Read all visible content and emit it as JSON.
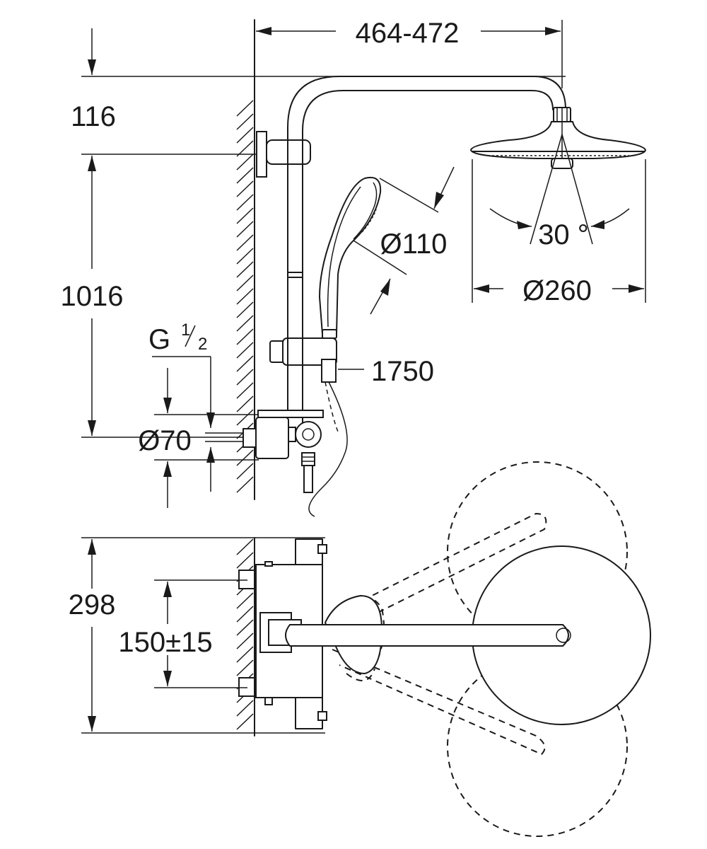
{
  "dimensions": {
    "arm_projection": "464-472",
    "top_offset": "116",
    "height": "1016",
    "thread": "G",
    "thread_num": "1",
    "thread_den": "2",
    "wall_gap": "Ø70",
    "hand_shower": "Ø110",
    "head_angle": "30 °",
    "head_diameter": "Ø260",
    "hose_length": "1750",
    "depth": "298",
    "centres": "150±15"
  },
  "colors": {
    "line": "#1a1a1a",
    "background": "#ffffff"
  }
}
